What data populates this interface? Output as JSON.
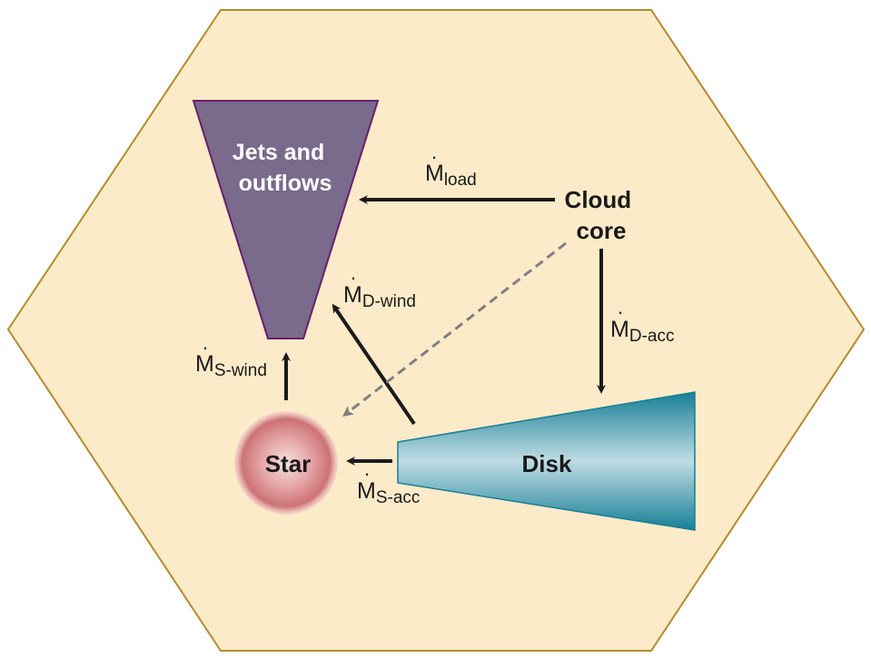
{
  "colors": {
    "background_hexagon": "#fcebc9",
    "hexagon_border": "#b68b2d",
    "jets_fill": "#7a6a8c",
    "jets_border": "#6a1f6a",
    "disk_dark": "#177f95",
    "disk_light": "#bfdce4",
    "star_center": "#f6e1e1",
    "star_edge": "#c9696c",
    "solid_arrow": "#1a1a1a",
    "dashed_arrow": "#808080"
  },
  "nodes": {
    "jets": {
      "line1": "Jets and",
      "line2": "outflows"
    },
    "cloud": {
      "line1": "Cloud",
      "line2": "core"
    },
    "star": {
      "label": "Star"
    },
    "disk": {
      "label": "Disk"
    }
  },
  "flows": {
    "load": {
      "base": "M",
      "sub": "load"
    },
    "d_wind": {
      "base": "M",
      "sub": "D-wind"
    },
    "d_acc": {
      "base": "M",
      "sub": "D-acc"
    },
    "s_wind": {
      "base": "M",
      "sub": "S-wind"
    },
    "s_acc": {
      "base": "M",
      "sub": "S-acc"
    }
  }
}
